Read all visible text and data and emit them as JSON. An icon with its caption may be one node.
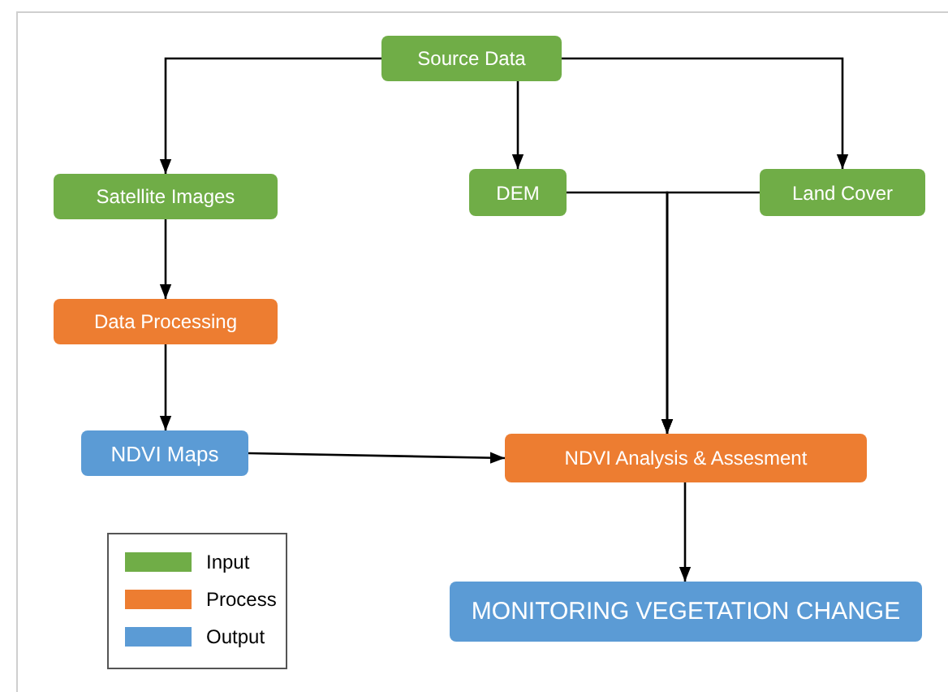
{
  "diagram": {
    "nodes": [
      {
        "text": [
          "Source Data"
        ]
      },
      {
        "text": [
          "Satellite Images"
        ]
      },
      {
        "text": [
          "DEM"
        ]
      },
      {
        "text": [
          "Land Cover"
        ]
      },
      {
        "text": [
          "Data Processing"
        ]
      },
      {
        "text": [
          "NDVI Maps"
        ]
      },
      {
        "text": [
          "NDVI Analysis & Assesment"
        ]
      },
      {
        "text": [
          "MONITORING VEGETATION CHANGE"
        ]
      }
    ],
    "edges": [
      {
        "from": 0,
        "to": 1,
        "arrow": "to"
      },
      {
        "from": 0,
        "to": 2,
        "arrow": "to"
      },
      {
        "from": 0,
        "to": 3,
        "arrow": "to"
      },
      {
        "from": 1,
        "to": 4,
        "arrow": "to"
      },
      {
        "from": 4,
        "to": 5,
        "arrow": "to"
      },
      {
        "from": 5,
        "to": 6,
        "arrow": "to"
      },
      {
        "from": 2,
        "to": 6,
        "arrow": "to"
      },
      {
        "from": 3,
        "to": 6,
        "arrow": "to"
      },
      {
        "from": 6,
        "to": 7,
        "arrow": "to"
      }
    ],
    "legend": [
      {
        "text": "Input",
        "color": "#70ad47"
      },
      {
        "text": "Process",
        "color": "#ed7d31"
      },
      {
        "text": "Output",
        "color": "#5b9bd5"
      }
    ]
  }
}
